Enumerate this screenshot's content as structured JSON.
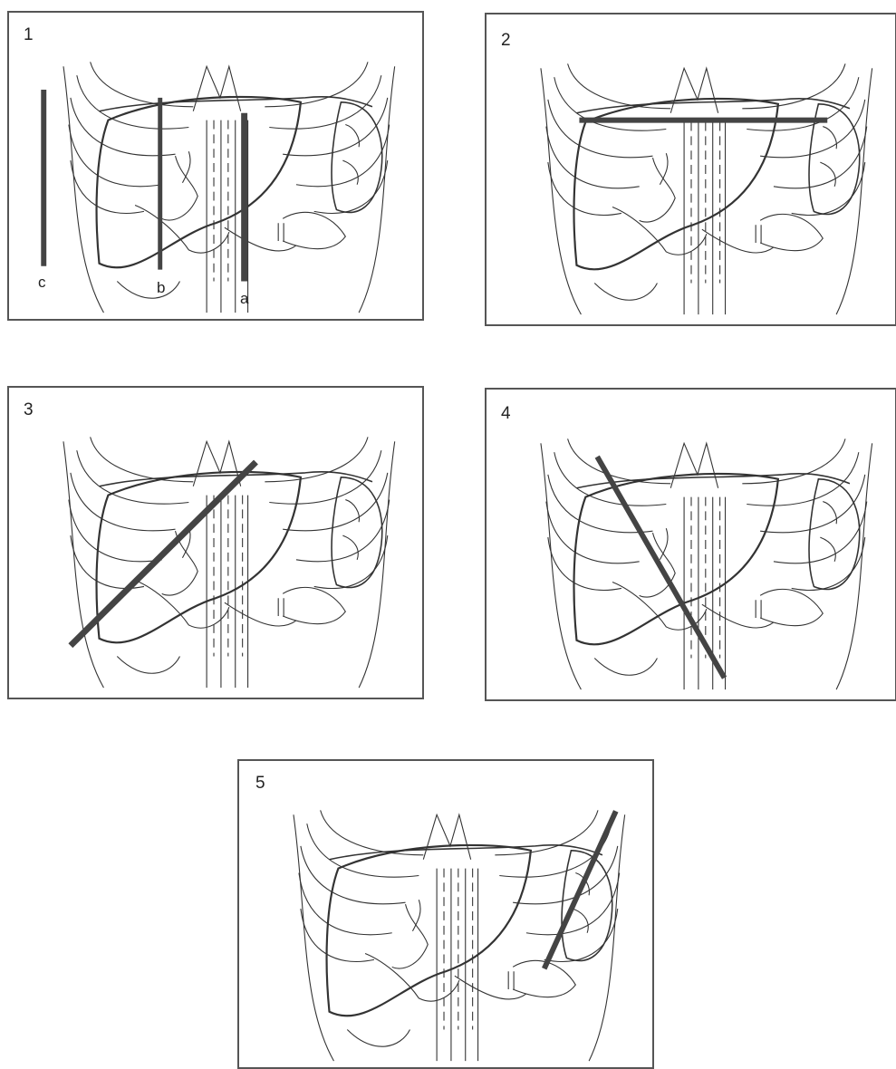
{
  "panels": [
    {
      "number": "1",
      "scan_lines": [
        "a",
        "b",
        "c"
      ]
    },
    {
      "number": "2"
    },
    {
      "number": "3"
    },
    {
      "number": "4"
    },
    {
      "number": "5"
    }
  ],
  "colors": {
    "outline": "#333333",
    "scan_line": "#444444",
    "border": "#555555"
  }
}
